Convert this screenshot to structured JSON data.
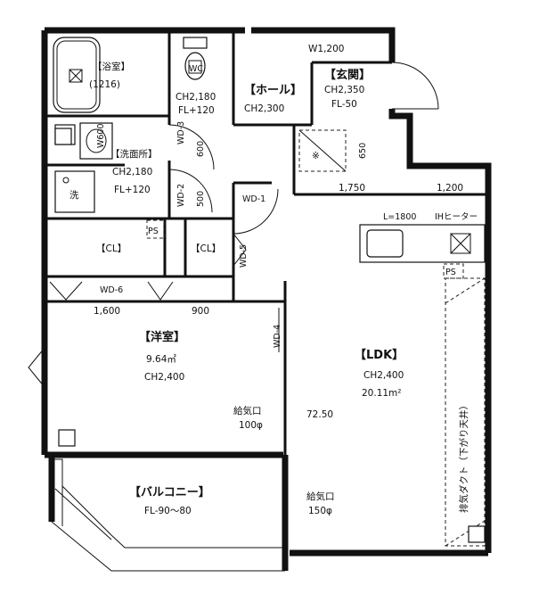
{
  "rooms": {
    "bath": {
      "name": "【浴室】",
      "size": "(1216)"
    },
    "wc": {
      "name": "WC"
    },
    "wc_heights": {
      "ch": "CH2,180",
      "fl": "FL+120"
    },
    "hall": {
      "name": "【ホール】",
      "ch": "CH2,300"
    },
    "entrance": {
      "name": "【玄関】",
      "ch": "CH2,350",
      "fl": "FL-50"
    },
    "washroom": {
      "name": "【洗面所】",
      "ch": "CH2,180",
      "fl": "FL+120",
      "washer": "洗",
      "vanity": "W600"
    },
    "shoe_box": {
      "name": "※"
    },
    "cl1": {
      "name": "【CL】"
    },
    "cl2": {
      "name": "【CL】"
    },
    "ps": {
      "name": "PS"
    },
    "western": {
      "name": "【洋室】",
      "area": "9.64㎡",
      "ch": "CH2,400"
    },
    "ldk": {
      "name": "【LDK】",
      "ch": "CH2,400",
      "area": "20.11m²"
    },
    "balcony": {
      "name": "【バルコニー】",
      "fl": "FL-90～80"
    }
  },
  "doors": {
    "wd1": "WD-1",
    "wd2": "WD-2",
    "wd3": "WD-3",
    "wd4": "WD-4",
    "wd5": "WD-5",
    "wd6": "WD-6",
    "wd3_width": "600",
    "wd2_width": "500"
  },
  "dimensions": {
    "entrance_width": "W1,200",
    "d650": "650",
    "d1750": "1,750",
    "d1200": "1,200",
    "d1600": "1,600",
    "d900": "900",
    "d7250": "72.50",
    "kitchen_length": "L=1800",
    "cooktop": "IHヒーター"
  },
  "vents": {
    "v1_label": "給気口",
    "v1_size": "100φ",
    "v2_label": "給気口",
    "v2_size": "150φ",
    "duct": "排気ダクト（下がり天井）",
    "ps2": "PS"
  }
}
